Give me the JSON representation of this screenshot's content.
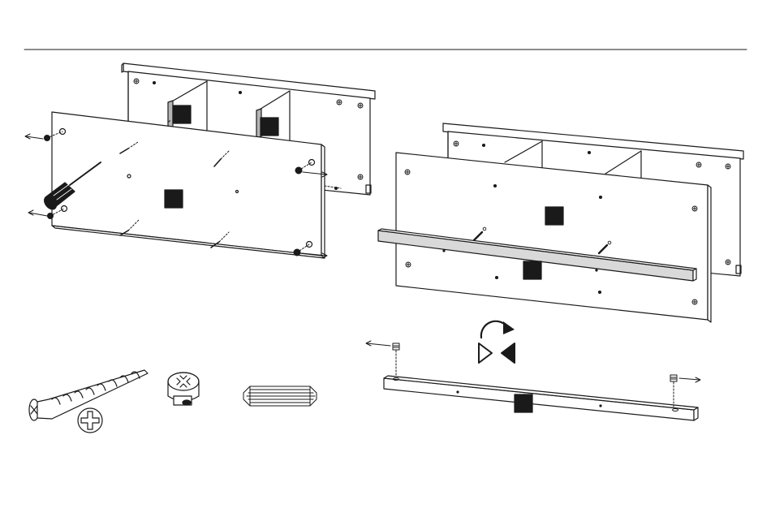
{
  "page": {
    "background": "#ffffff",
    "line_color": "#1a1a1a",
    "label_square_color": "#1a1a1a",
    "beam_fill": "#d9d9d9"
  },
  "steps": {
    "left": {
      "description_parts": [
        "back-panel-frame",
        "front-panel",
        "screws",
        "cam-locks",
        "dowels",
        "screwdriver"
      ]
    },
    "right": {
      "description_parts": [
        "assembled-cabinet",
        "front-beam",
        "flip-rotate-symbol",
        "rail-with-cam-locks"
      ]
    }
  },
  "hardware": {
    "items": [
      "screw-icon",
      "cam-lock-icon",
      "wooden-dowel-icon"
    ]
  },
  "icons": {
    "rotate": "rotate-arrow-icon",
    "flip": "flip-triangles-icon",
    "screwdriver": "screwdriver-icon",
    "phillips": "phillips-head-icon"
  }
}
